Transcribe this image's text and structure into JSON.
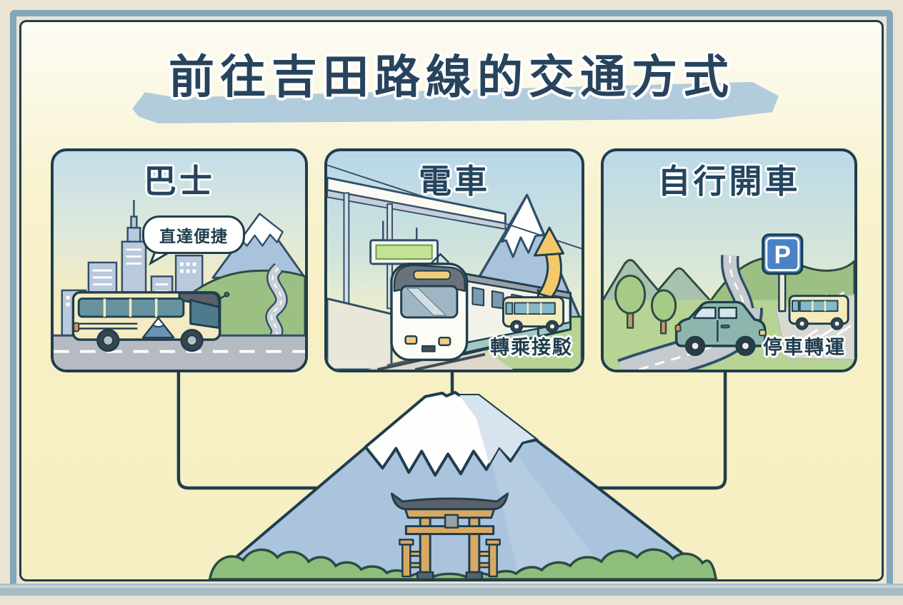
{
  "title": {
    "text": "前往吉田路線的交通方式"
  },
  "panels": [
    {
      "id": "bus",
      "label": "巴士",
      "note": "直達便捷"
    },
    {
      "id": "train",
      "label": "電車",
      "note": "轉乘接駁"
    },
    {
      "id": "car",
      "label": "自行開車",
      "note": "停車轉運"
    }
  ],
  "signs": {
    "parking": "P"
  },
  "colors": {
    "outline": "#1f3e4d",
    "frame_blue": "#82a8ba",
    "paper_cream": "#ece4d3",
    "canvas_yellow": "#f7f0c5",
    "title_text": "#27445c",
    "title_brush": "#a9c7da",
    "mountain_blue": "#a9c4dc",
    "snow_shade": "#d7e4f0",
    "bush_green": "#8fbe7c",
    "field_green": "#b7d494",
    "torii_wood": "#d9a964",
    "torii_gray": "#5b6168",
    "arrow_yellow": "#f3c96b",
    "parking_blue": "#4a82c4",
    "bus_cream": "#f4ebc2",
    "car_teal": "#8db7ae"
  }
}
